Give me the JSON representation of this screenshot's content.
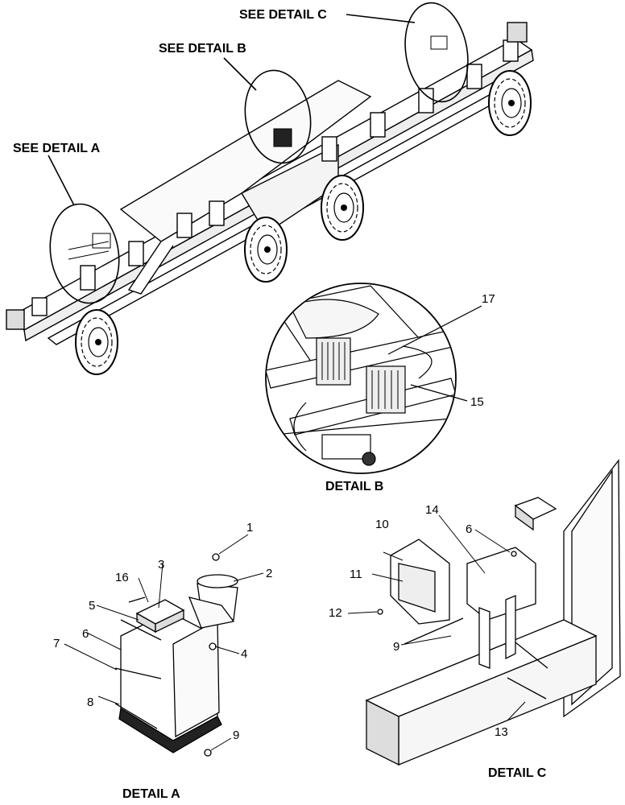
{
  "callouts": {
    "see_detail_a": "SEE DETAIL A",
    "see_detail_b": "SEE DETAIL B",
    "see_detail_c": "SEE DETAIL C"
  },
  "detail_titles": {
    "a": "DETAIL A",
    "b": "DETAIL B",
    "c": "DETAIL C"
  },
  "part_numbers": {
    "n1": "1",
    "n2": "2",
    "n3": "3",
    "n4": "4",
    "n5": "5",
    "n6a": "6",
    "n6c": "6",
    "n7": "7",
    "n8": "8",
    "n9a": "9",
    "n9c": "9",
    "n10": "10",
    "n11": "11",
    "n12": "12",
    "n13": "13",
    "n14": "14",
    "n15": "15",
    "n16": "16",
    "n17": "17"
  }
}
